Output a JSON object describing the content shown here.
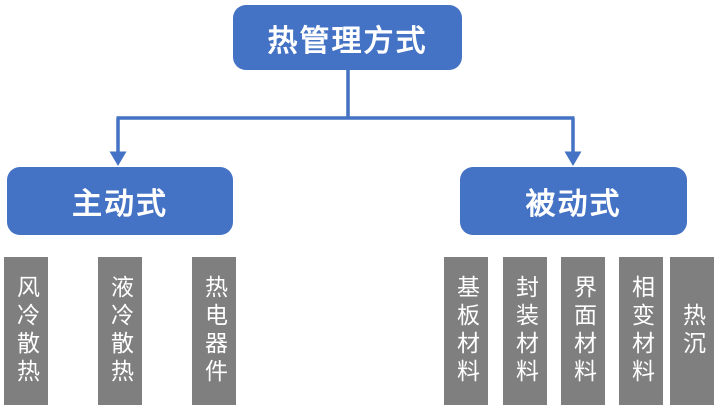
{
  "diagram": {
    "type": "hierarchy-tree",
    "root": {
      "label": "热管理方式"
    },
    "branches": [
      {
        "id": "active",
        "label": "主动式",
        "leaves": [
          {
            "label": "风冷散热"
          },
          {
            "label": "液冷散热"
          },
          {
            "label": "热电器件"
          }
        ]
      },
      {
        "id": "passive",
        "label": "被动式",
        "leaves": [
          {
            "label": "基板材料"
          },
          {
            "label": "封装材料"
          },
          {
            "label": "界面材料"
          },
          {
            "label": "相变材料"
          },
          {
            "label": "热沉"
          }
        ]
      }
    ],
    "colors": {
      "node_fill": "#4472C4",
      "connector": "#4472C4",
      "leaf_fill": "#7F7F7F",
      "text": "#FFFFFF",
      "background": "#FFFFFF"
    }
  }
}
